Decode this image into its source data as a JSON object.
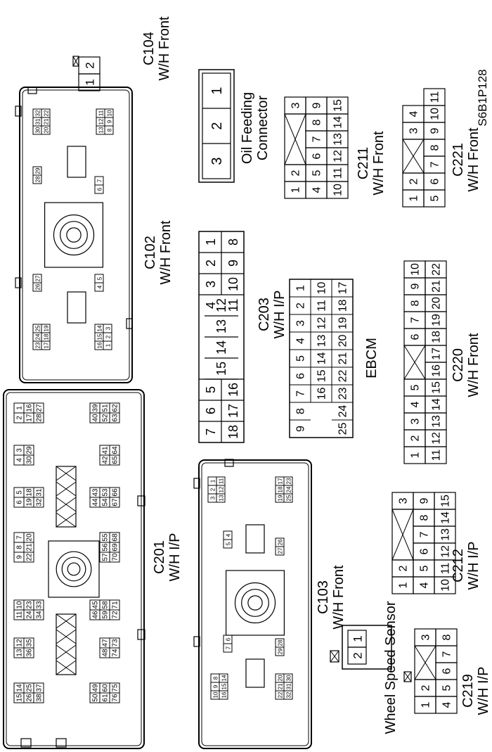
{
  "figure_code": "S6B1P128",
  "c104": {
    "code": "C104",
    "harness": "W/H Front",
    "pins": [
      "1",
      "2"
    ]
  },
  "oil": {
    "line1": "Oil Feeding",
    "line2": "Connector",
    "pins": [
      "1",
      "2",
      "3"
    ]
  },
  "c102": {
    "code": "C102",
    "harness": "W/H Front",
    "groups": [
      [
        [
          "30",
          "31",
          "32"
        ],
        [
          "20",
          "21",
          "22"
        ]
      ],
      [
        [
          "13",
          "12",
          "11"
        ],
        [
          "8",
          "9",
          "10"
        ]
      ],
      [
        [
          "28",
          "29"
        ]
      ],
      [
        [
          "6",
          "7"
        ]
      ],
      [
        [
          "26",
          "27"
        ]
      ],
      [
        [
          "4",
          "5"
        ]
      ],
      [
        [
          "23",
          "24",
          "25"
        ],
        [
          "17",
          "18",
          "19"
        ]
      ],
      [
        [
          "16",
          "15",
          "14"
        ],
        [
          "1",
          "2",
          "3"
        ]
      ]
    ]
  },
  "c211": {
    "code": "C211",
    "harness": "W/H Front",
    "rows": [
      [
        "1",
        "2",
        "",
        "3"
      ],
      [
        "4",
        "5",
        "6",
        "7",
        "8",
        "9"
      ],
      [
        "10",
        "11",
        "12",
        "13",
        "14",
        "15"
      ]
    ]
  },
  "c221": {
    "code": "C221",
    "harness": "W/H Front",
    "rows": [
      [
        "1",
        "2",
        "",
        "3",
        "4"
      ],
      [
        "5",
        "6",
        "7",
        "8",
        "9",
        "10",
        "11"
      ]
    ]
  },
  "c203": {
    "code": "C203",
    "harness": "W/H I/P",
    "top": [
      "7",
      "6",
      "5",
      "",
      "",
      "",
      "4",
      "3",
      "2",
      "1"
    ],
    "mid": [
      "15",
      "14",
      "13",
      "12"
    ],
    "bottom": [
      "18",
      "17",
      "16",
      "",
      "",
      "",
      "11",
      "10",
      "9",
      "8"
    ]
  },
  "ebcm": {
    "label": "EBCM",
    "rows": [
      [
        "9",
        "8",
        "7",
        "6",
        "5",
        "4",
        "3",
        "2",
        "1"
      ],
      [
        "",
        "",
        "16",
        "15",
        "14",
        "13",
        "12",
        "11",
        "10"
      ],
      [
        "25",
        "24",
        "23",
        "22",
        "21",
        "20",
        "19",
        "18",
        "17"
      ]
    ]
  },
  "c220": {
    "code": "C220",
    "harness": "W/H Front",
    "rows": [
      [
        "1",
        "2",
        "3",
        "4",
        "5",
        "",
        "6",
        "7",
        "8",
        "9",
        "10"
      ],
      [
        "11",
        "12",
        "13",
        "14",
        "15",
        "16",
        "17",
        "18",
        "19",
        "20",
        "21",
        "22"
      ]
    ]
  },
  "c201": {
    "code": "C201",
    "harness": "W/H I/P",
    "groups": [
      [
        [
          "2",
          "1"
        ],
        [
          "17",
          "16"
        ],
        [
          "28",
          "27"
        ]
      ],
      [
        [
          "4",
          "3"
        ],
        [
          "30",
          "29"
        ]
      ],
      [
        [
          "6",
          "5"
        ],
        [
          "19",
          "18"
        ],
        [
          "32",
          "31"
        ]
      ],
      [
        [
          "9",
          "8",
          "7"
        ],
        [
          "22",
          "21",
          "20"
        ]
      ],
      [
        [
          "11",
          "10"
        ],
        [
          "24",
          "23"
        ],
        [
          "34",
          "33"
        ]
      ],
      [
        [
          "13",
          "12"
        ],
        [
          "36",
          "35"
        ]
      ],
      [
        [
          "15",
          "14"
        ],
        [
          "26",
          "25"
        ],
        [
          "38",
          "37"
        ]
      ],
      [
        [
          "40",
          "39"
        ],
        [
          "52",
          "51"
        ],
        [
          "63",
          "62"
        ]
      ],
      [
        [
          "42",
          "41"
        ],
        [
          "65",
          "64"
        ]
      ],
      [
        [
          "44",
          "43"
        ],
        [
          "54",
          "53"
        ],
        [
          "67",
          "66"
        ]
      ],
      [
        [
          "57",
          "56",
          "55"
        ],
        [
          "70",
          "69",
          "68"
        ]
      ],
      [
        [
          "46",
          "45"
        ],
        [
          "59",
          "58"
        ],
        [
          "72",
          "71"
        ]
      ],
      [
        [
          "48",
          "47"
        ],
        [
          "74",
          "73"
        ]
      ],
      [
        [
          "50",
          "49"
        ],
        [
          "61",
          "60"
        ],
        [
          "76",
          "75"
        ]
      ]
    ]
  },
  "c103": {
    "code": "C103",
    "harness": "W/H Front",
    "groups": [
      [
        [
          "3",
          "2",
          "1"
        ],
        [
          "13",
          "12",
          "11"
        ]
      ],
      [
        [
          "19",
          "18",
          "17"
        ],
        [
          "25",
          "24",
          "23"
        ]
      ],
      [
        [
          "5",
          "4"
        ]
      ],
      [
        [
          "27",
          "26"
        ]
      ],
      [
        [
          "7",
          "6"
        ]
      ],
      [
        [
          "29",
          "28"
        ]
      ],
      [
        [
          "10",
          "9",
          "8"
        ],
        [
          "16",
          "15",
          "14"
        ]
      ],
      [
        [
          "22",
          "21",
          "20"
        ],
        [
          "32",
          "31",
          "30"
        ]
      ]
    ]
  },
  "c212": {
    "code": "C212",
    "harness": "W/H I/P",
    "rows": [
      [
        "1",
        "2",
        "",
        "3"
      ],
      [
        "4",
        "5",
        "6",
        "7",
        "8",
        "9"
      ],
      [
        "10",
        "11",
        "12",
        "13",
        "14",
        "15"
      ]
    ]
  },
  "wheel": {
    "label": "Wheel Speed Sensor",
    "pins": [
      "2",
      "1"
    ]
  },
  "c219": {
    "code": "C219",
    "harness": "W/H I/P",
    "rows": [
      [
        "1",
        "2",
        "",
        "3"
      ],
      [
        "4",
        "5",
        "6",
        "7",
        "8"
      ]
    ]
  }
}
